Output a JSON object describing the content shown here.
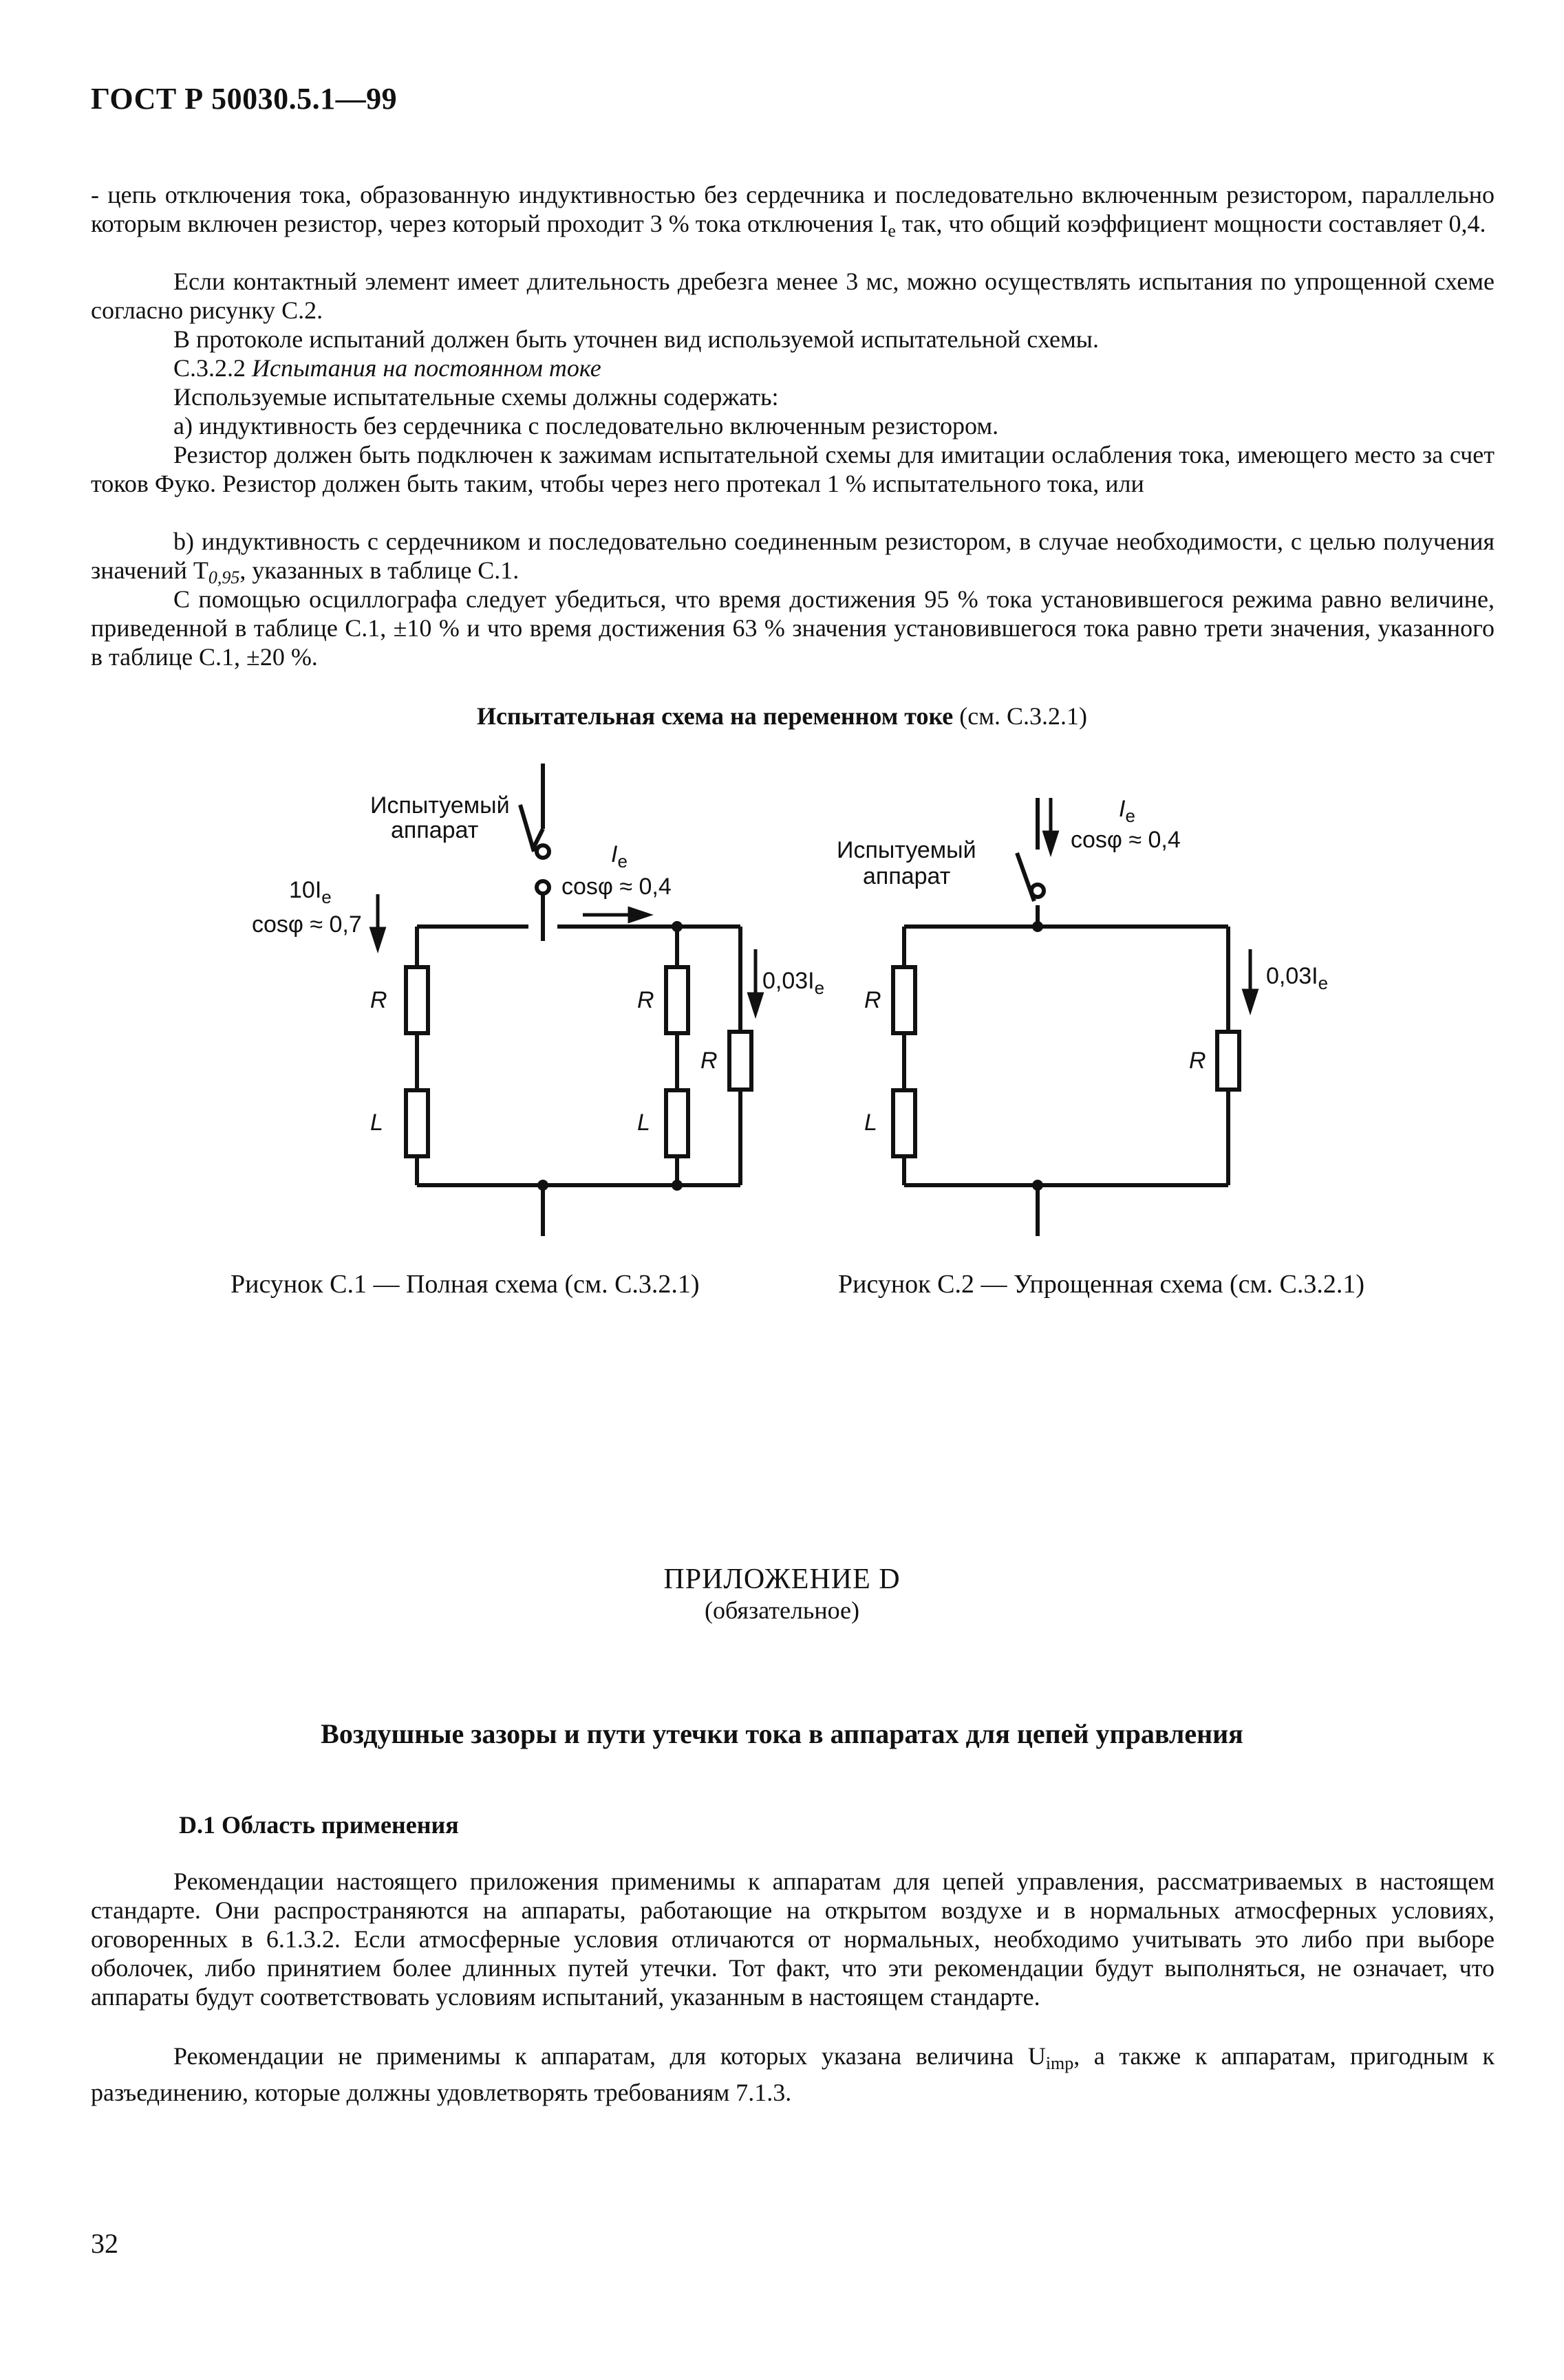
{
  "header": {
    "title": "ГОСТ Р 50030.5.1—99"
  },
  "body": {
    "p1": "- цепь отключения тока, образованную индуктивностью без сердечника и последовательно включенным резистором, параллельно которым включен резистор, через который проходит 3 % тока отключения I",
    "p1_sub": "e",
    "p1_end": " так, что общий коэффициент мощности составляет 0,4.",
    "p2": "Если контактный элемент имеет длительность дребезга менее 3 мс, можно осуществлять испытания по упрощенной схеме согласно рисунку С.2.",
    "p3": "В протоколе испытаний должен быть уточнен вид используемой испытательной схемы.",
    "p4_num": "С.3.2.2 ",
    "p4_title": "Испытания на постоянном токе",
    "p5": "Используемые испытательные схемы должны содержать:",
    "p6": "а) индуктивность без сердечника с последовательно включенным резистором.",
    "p7": "Резистор должен быть подключен к зажимам испытательной схемы для имитации ослабления тока, имеющего место за счет токов Фуко. Резистор должен быть таким, чтобы через него протекал 1 % испытательного тока, или",
    "p8": "b) индуктивность с сердечником и последовательно соединенным резистором, в случае необходимости, с целью получения значений T",
    "p8_sub": "0,95",
    "p8_end": ", указанных в таблице С.1.",
    "p9": "С помощью осциллографа следует убедиться, что время достижения 95 % тока установившегося режима равно величине, приведенной в таблице С.1, ±10 % и что время достижения 63 % значения установившегося тока равно трети значения, указанного в таблице С.1, ±20 %."
  },
  "figures": {
    "heading_bold": "Испытательная схема на переменном токе",
    "heading_rest": " (см. С.3.2.1)",
    "fig1": {
      "device_label_1": "Испытуемый",
      "device_label_2": "аппарат",
      "source_current": "10I",
      "source_current_sub": "e",
      "source_cos": "cosφ ≈ 0,7",
      "load_current": "I",
      "load_current_sub": "e",
      "load_cos": "cosφ ≈ 0,4",
      "shunt_current": "0,03I",
      "shunt_current_sub": "e",
      "r_label": "R",
      "l_label": "L",
      "caption": "Рисунок С.1 — Полная схема (см. С.3.2.1)"
    },
    "fig2": {
      "device_label_1": "Испытуемый",
      "device_label_2": "аппарат",
      "current": "I",
      "current_sub": "e",
      "cos": "cosφ ≈ 0,4",
      "shunt_current": "0,03I",
      "shunt_current_sub": "e",
      "r_label": "R",
      "l_label": "L",
      "caption": "Рисунок С.2 — Упрощенная схема (см. С.3.2.1)"
    }
  },
  "appendix": {
    "title": "ПРИЛОЖЕНИЕ D",
    "subtitle": "(обязательное)",
    "heading": "Воздушные зазоры и пути утечки тока в аппаратах для цепей управления",
    "section_title": "D.1 Область применения",
    "p1": "Рекомендации настоящего приложения применимы к аппаратам для цепей управления, рассматриваемых в настоящем стандарте. Они распространяются на аппараты, работающие на открытом воздухе и в нормальных атмосферных условиях, оговоренных в 6.1.3.2. Если атмосферные условия отличаются от нормальных, необходимо учитывать это либо при выборе оболочек, либо принятием более длинных путей утечки. Тот факт, что эти рекомендации будут выполняться, не означает, что аппараты будут соответствовать условиям испытаний, указанным в настоящем стандарте.",
    "p2": "Рекомендации не применимы к аппаратам, для которых указана величина U",
    "p2_sub": "imp",
    "p2_end": ", а также к аппаратам, пригодным к разъединению, которые должны удовлетворять требованиям 7.1.3."
  },
  "footer": {
    "page_number": "32"
  }
}
